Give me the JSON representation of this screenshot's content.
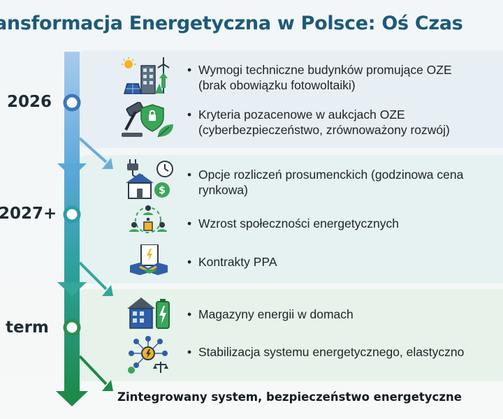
{
  "title": "ansformacja Energetyczna w Polsce: Oś Czas",
  "phases": [
    {
      "label": "2026",
      "items": [
        {
          "lines": [
            "Wymogi techniczne budynków promujące OZE",
            "(brak obowiązku fotowoltaiki)"
          ],
          "icon": "building-solar-wind-icon"
        },
        {
          "lines": [
            "Kryteria pozacenowe w aukcjach OZE",
            "(cyberbezpieczeństwo, zrównoważony rozwój)"
          ],
          "icon": "gavel-shield-leaf-icon"
        }
      ]
    },
    {
      "label": "2027+",
      "items": [
        {
          "lines": [
            "Opcje rozliczeń prosumenckich (godzinowa cena",
            "rynkowa)"
          ],
          "icon": "house-plug-clock-dollar-icon"
        },
        {
          "lines": [
            "Wzrost społeczności energetycznych"
          ],
          "icon": "energy-community-icon"
        },
        {
          "lines": [
            "Kontrakty PPA"
          ],
          "icon": "contract-handshake-icon"
        }
      ]
    },
    {
      "label": "term",
      "items": [
        {
          "lines": [
            "Magazyny energii w domach"
          ],
          "icon": "house-battery-icon"
        },
        {
          "lines": [
            "Stabilizacja systemu energetycznego, elastyczno"
          ],
          "icon": "network-balance-icon"
        }
      ]
    }
  ],
  "bullet": "•",
  "conclusion": "Zintegrowany system, bezpieczeństwo energetyczne",
  "colors": {
    "title": "#1d5a78",
    "timeline_top": "#8ab8e6",
    "timeline_mid": "#2fa3a6",
    "timeline_bottom": "#1f8c4e",
    "node_1": "#3a78b8",
    "node_2": "#2a9fa6",
    "node_3": "#2a8f50"
  }
}
